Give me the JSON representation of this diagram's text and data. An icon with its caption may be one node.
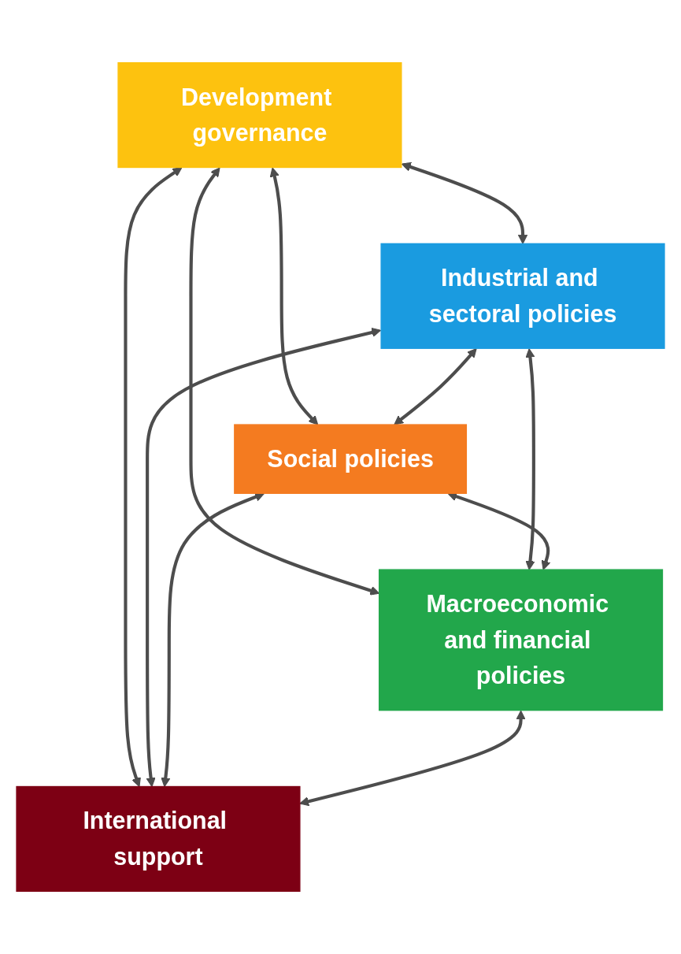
{
  "diagram": {
    "nodes": [
      {
        "text": [
          "Development governance"
        ]
      },
      {
        "text": [
          "Industrial and sectoral policies"
        ]
      },
      {
        "text": [
          "Social policies"
        ]
      },
      {
        "text": [
          "Macroeconomic and financial policies"
        ]
      },
      {
        "text": [
          "International support"
        ]
      }
    ],
    "edges": [
      {
        "from": 0,
        "to": 1,
        "arrow": "both"
      },
      {
        "from": 0,
        "to": 4,
        "arrow": "both"
      },
      {
        "from": 0,
        "to": 2,
        "arrow": "both"
      },
      {
        "from": 0,
        "to": 3,
        "arrow": "both"
      },
      {
        "from": 1,
        "to": 3,
        "arrow": "both"
      },
      {
        "from": 1,
        "to": 2,
        "arrow": "both"
      },
      {
        "from": 2,
        "to": 3,
        "arrow": "both"
      },
      {
        "from": 1,
        "to": 4,
        "arrow": "both"
      },
      {
        "from": 2,
        "to": 4,
        "arrow": "both"
      },
      {
        "from": 3,
        "to": 4,
        "arrow": "both"
      }
    ]
  }
}
